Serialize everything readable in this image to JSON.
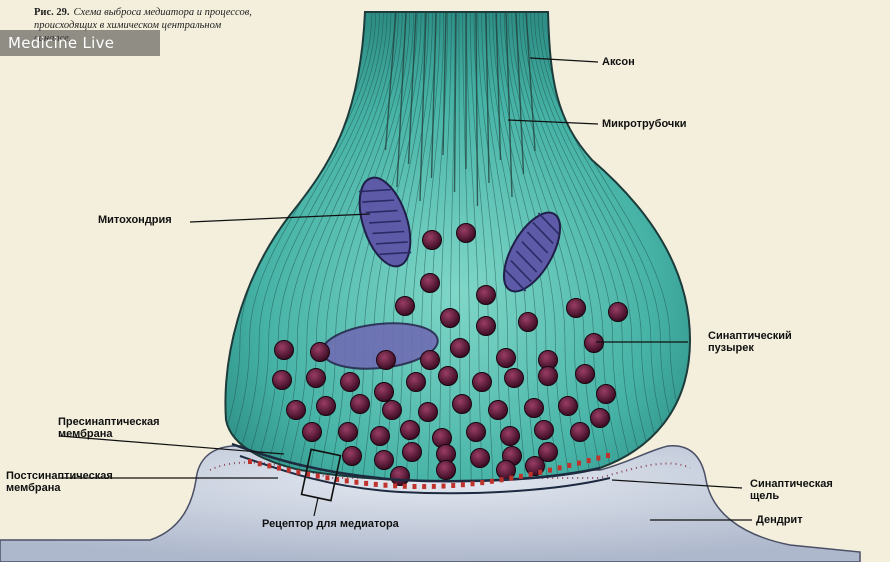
{
  "figure": {
    "number": "Рис. 29.",
    "caption": "Схема выброса медиатора и процессов, происходящих в химическом центральном синапсе."
  },
  "watermark": "Medicine Live",
  "labels": {
    "axon": "Аксон",
    "microtubules": "Микротрубочки",
    "mitochondria": "Митохондрия",
    "vesicle_line1": "Синаптический",
    "vesicle_line2": "пузырек",
    "presyn_line1": "Пресинаптическая",
    "presyn_line2": "мембрана",
    "postsyn_line1": "Постсинаптическая",
    "postsyn_line2": "мембрана",
    "cleft_line1": "Синаптическая",
    "cleft_line2": "щель",
    "dendrite": "Дендрит",
    "receptor": "Рецептор для медиатора"
  },
  "colors": {
    "terminal_fill": "#4fbfb1",
    "terminal_stroke": "#1c3b3a",
    "vesicle": "#5a1a38",
    "mitochondria": "#5d5aa8",
    "dendrite": "#c9d2e3",
    "receptor": "#c0322c"
  }
}
